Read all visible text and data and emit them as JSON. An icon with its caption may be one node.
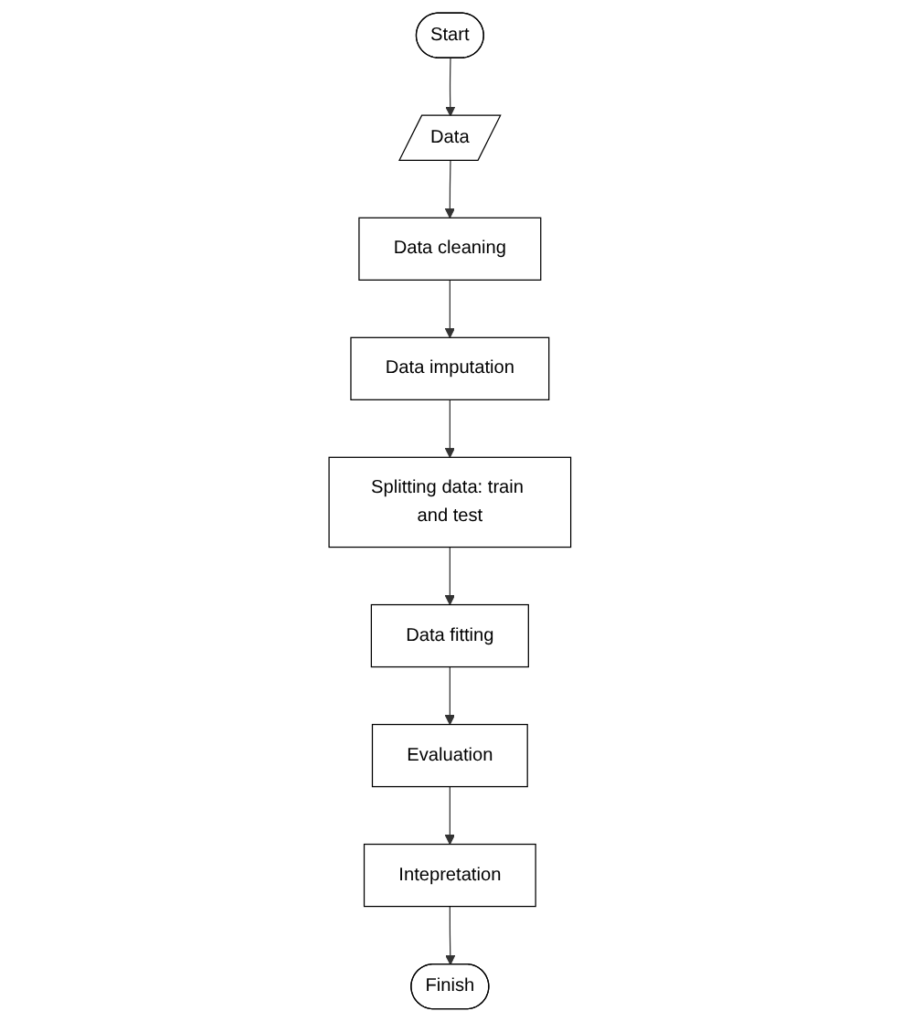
{
  "diagram": {
    "nodes": [
      {
        "text": [
          "Start"
        ]
      },
      {
        "text": [
          "Data"
        ]
      },
      {
        "text": [
          "Data cleaning"
        ]
      },
      {
        "text": [
          "Data imputation"
        ]
      },
      {
        "text": [
          "Splitting data: train and test"
        ]
      },
      {
        "text": [
          "Data fitting"
        ]
      },
      {
        "text": [
          "Evaluation"
        ]
      },
      {
        "text": [
          "Intepretation"
        ]
      },
      {
        "text": [
          "Finish"
        ]
      }
    ],
    "edges": [
      {
        "from": 0,
        "to": 1,
        "arrow": "to"
      },
      {
        "from": 1,
        "to": 2,
        "arrow": "to"
      },
      {
        "from": 2,
        "to": 3,
        "arrow": "to"
      },
      {
        "from": 3,
        "to": 4,
        "arrow": "to"
      },
      {
        "from": 4,
        "to": 5,
        "arrow": "to"
      },
      {
        "from": 5,
        "to": 6,
        "arrow": "to"
      },
      {
        "from": 6,
        "to": 7,
        "arrow": "to"
      },
      {
        "from": 7,
        "to": 8,
        "arrow": "to"
      }
    ]
  }
}
